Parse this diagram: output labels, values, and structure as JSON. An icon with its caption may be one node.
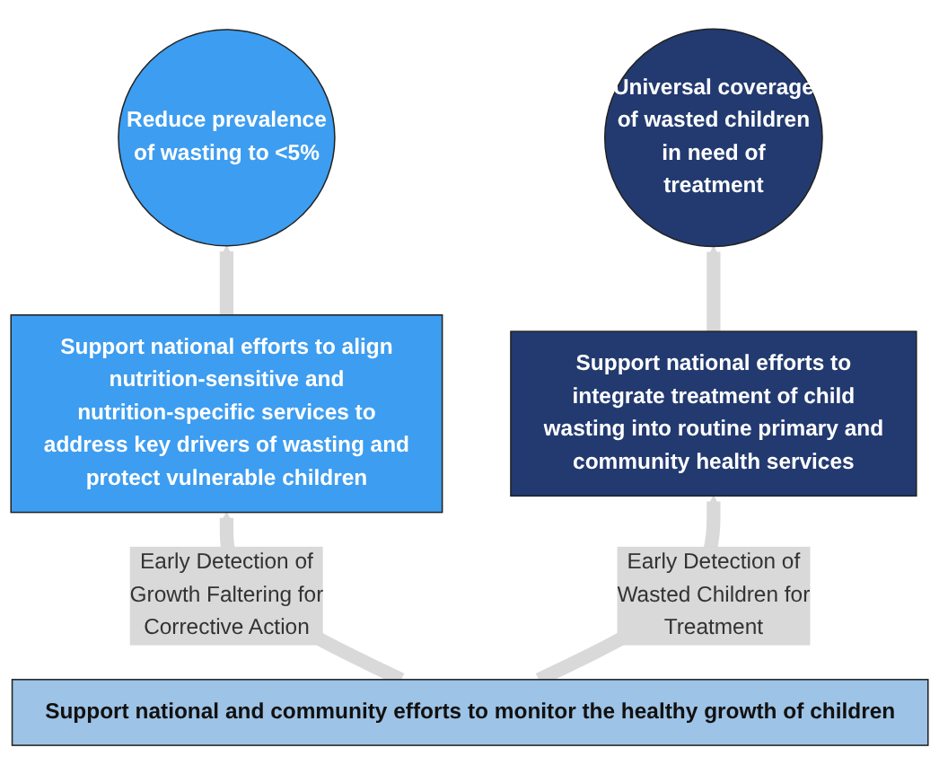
{
  "diagram": {
    "nodes": [
      {
        "text": [
          "Reduce prevalence of wasting to <5%"
        ]
      },
      {
        "text": [
          "Universal coverage of wasted children in need of treatment"
        ]
      },
      {
        "text": [
          "Support national efforts to align nutrition-sensitive and nutrition-specific services to address key drivers of wasting and protect vulnerable children"
        ]
      },
      {
        "text": [
          "Support national efforts to integrate treatment of child wasting into routine primary and community health services"
        ]
      },
      {
        "text": [
          "Support national and community efforts to monitor the healthy growth of children"
        ]
      }
    ],
    "edges": [
      {
        "from": 4,
        "to": 2,
        "arrow": "to",
        "label": "Early Detection of Growth Faltering for Corrective Action"
      },
      {
        "from": 2,
        "to": 0,
        "arrow": "to"
      },
      {
        "from": 4,
        "to": 3,
        "arrow": "to",
        "label": "Early Detection of Wasted Children for Treatment"
      },
      {
        "from": 3,
        "to": 1,
        "arrow": "to"
      }
    ]
  }
}
